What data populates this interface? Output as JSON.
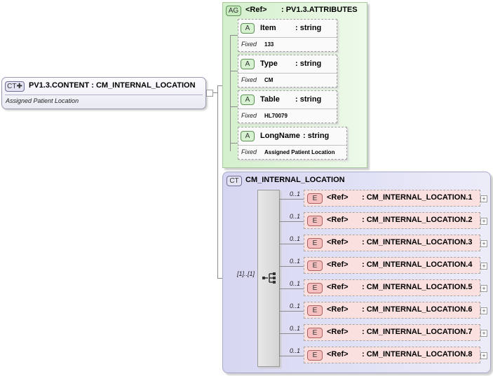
{
  "main": {
    "badge": "CT",
    "title": "PV1.3.CONTENT : CM_INTERNAL_LOCATION",
    "annotation": "Assigned Patient Location"
  },
  "attribute_group": {
    "badge": "AG",
    "ref": "<Ref>",
    "name": ": PV1.3.ATTRIBUTES",
    "fixed_label": "Fixed",
    "attributes": [
      {
        "badge": "A",
        "name": "Item",
        "type": ": string",
        "fixed": "133"
      },
      {
        "badge": "A",
        "name": "Type",
        "type": ": string",
        "fixed": "CM"
      },
      {
        "badge": "A",
        "name": "Table",
        "type": ": string",
        "fixed": "HL70079"
      },
      {
        "badge": "A",
        "name": "LongName",
        "type": ": string",
        "fixed": "Assigned Patient Location"
      }
    ]
  },
  "complex_type": {
    "badge": "CT",
    "name": "CM_INTERNAL_LOCATION",
    "sequence_cardinality": "[1]..[1]",
    "elements": [
      {
        "badge": "E",
        "ref": "<Ref>",
        "name": ": CM_INTERNAL_LOCATION.1",
        "cardinality": "0..1"
      },
      {
        "badge": "E",
        "ref": "<Ref>",
        "name": ": CM_INTERNAL_LOCATION.2",
        "cardinality": "0..1"
      },
      {
        "badge": "E",
        "ref": "<Ref>",
        "name": ": CM_INTERNAL_LOCATION.3",
        "cardinality": "0..1"
      },
      {
        "badge": "E",
        "ref": "<Ref>",
        "name": ": CM_INTERNAL_LOCATION.4",
        "cardinality": "0..1"
      },
      {
        "badge": "E",
        "ref": "<Ref>",
        "name": ": CM_INTERNAL_LOCATION.5",
        "cardinality": "0..1"
      },
      {
        "badge": "E",
        "ref": "<Ref>",
        "name": ": CM_INTERNAL_LOCATION.6",
        "cardinality": "0..1"
      },
      {
        "badge": "E",
        "ref": "<Ref>",
        "name": ": CM_INTERNAL_LOCATION.7",
        "cardinality": "0..1"
      },
      {
        "badge": "E",
        "ref": "<Ref>",
        "name": ": CM_INTERNAL_LOCATION.8",
        "cardinality": "0..1"
      }
    ]
  },
  "colors": {
    "attribute_group_bg": "#d4f0cc",
    "complex_type_bg": "#d6d6f2",
    "element_bg": "#fbe0e0"
  }
}
